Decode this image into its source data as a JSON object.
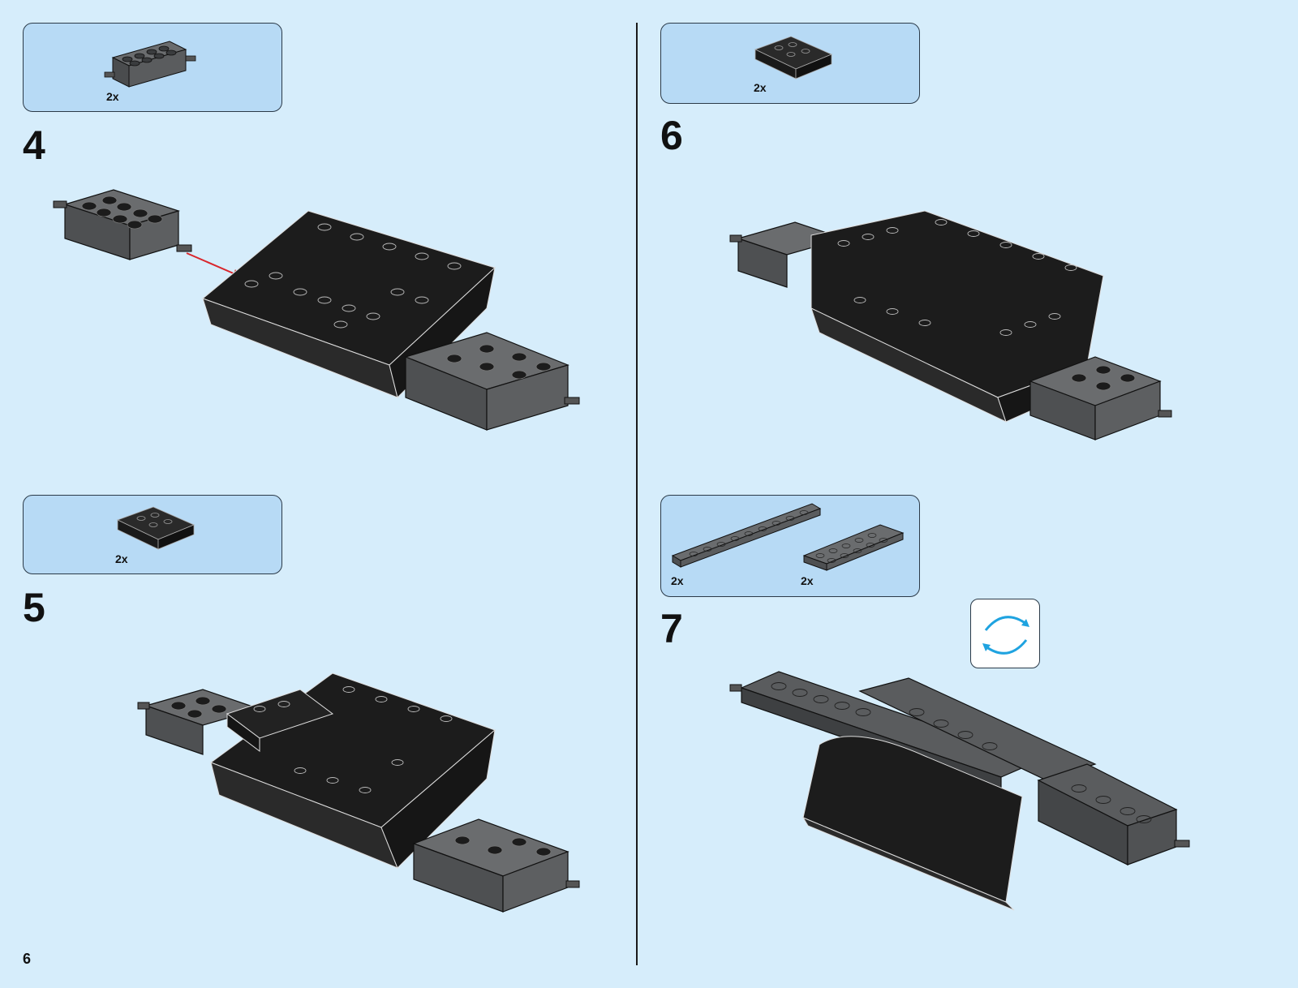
{
  "page": {
    "number": "6"
  },
  "steps": [
    {
      "number": "4",
      "parts": [
        {
          "qty": "2x",
          "part": "brick-2x4-with-axle-pins-dark-gray"
        }
      ]
    },
    {
      "number": "5",
      "parts": [
        {
          "qty": "2x",
          "part": "wedge-plate-black"
        }
      ]
    },
    {
      "number": "6",
      "parts": [
        {
          "qty": "2x",
          "part": "wedge-plate-black"
        }
      ]
    },
    {
      "number": "7",
      "parts": [
        {
          "qty": "2x",
          "part": "plate-1x10-dark-gray"
        },
        {
          "qty": "2x",
          "part": "plate-2x6-dark-gray"
        }
      ]
    }
  ],
  "icons": {
    "rotate": "rotate-model-icon",
    "arrow_color": "#1fa3e0",
    "insert_arrow_color": "#d9262c"
  },
  "colors": {
    "background": "#d6edfb",
    "callout": "#b7daf5",
    "black_part": "#1c1c1c",
    "dark_gray_part": "#5a5c5e"
  }
}
